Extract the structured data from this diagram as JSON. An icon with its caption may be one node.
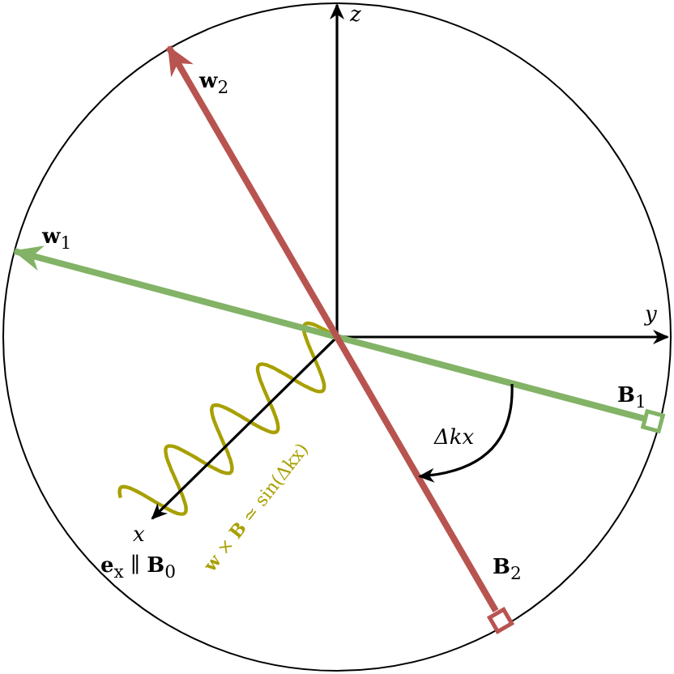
{
  "diagram": {
    "labels": [
      "*z*",
      "**w**$_{2}$",
      "**w**$_{1}$",
      "*y*",
      "**B**$_{1}$",
      "Δkx",
      "*x*",
      "**e**$_{x}$ ∥ **B**$_{0}$",
      "**w** × **B** ≃ sin(Δkx)",
      "**B**$_{2}$"
    ]
  }
}
